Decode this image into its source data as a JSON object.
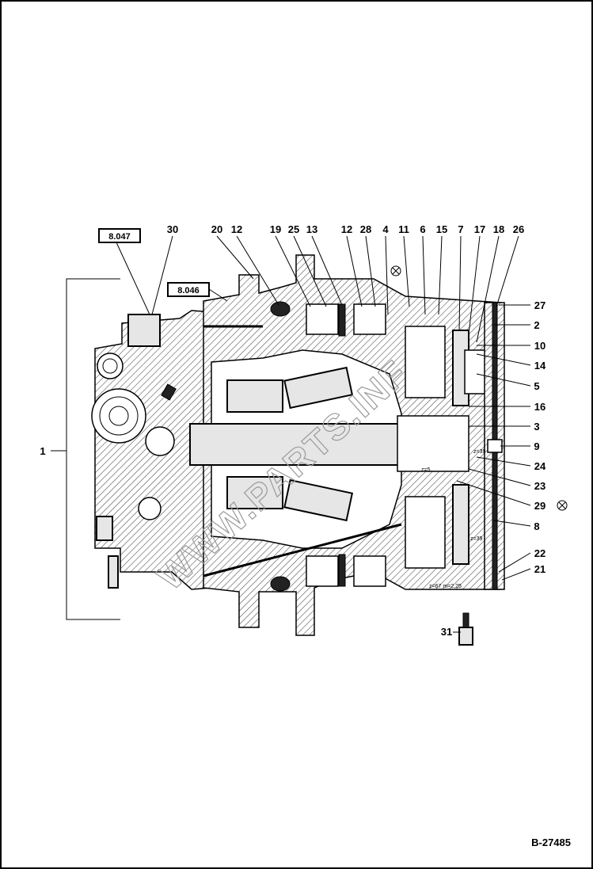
{
  "doc_id": "B-27485",
  "watermark": "WWW.PARTS.INF",
  "ref_boxes": [
    "8.047",
    "8.046"
  ],
  "labels_top": [
    "30",
    "20",
    "12",
    "19",
    "25",
    "13",
    "12",
    "28",
    "4",
    "11",
    "6",
    "15",
    "7",
    "17",
    "18",
    "26"
  ],
  "labels_right": [
    "27",
    "2",
    "10",
    "14",
    "5",
    "16",
    "3",
    "9",
    "24",
    "23",
    "29",
    "8",
    "22",
    "21"
  ],
  "label_left": "1",
  "label_bottom": "31",
  "part_marks": [
    "z=39",
    "z=39",
    "z=67 m=2,25",
    "z=5"
  ]
}
